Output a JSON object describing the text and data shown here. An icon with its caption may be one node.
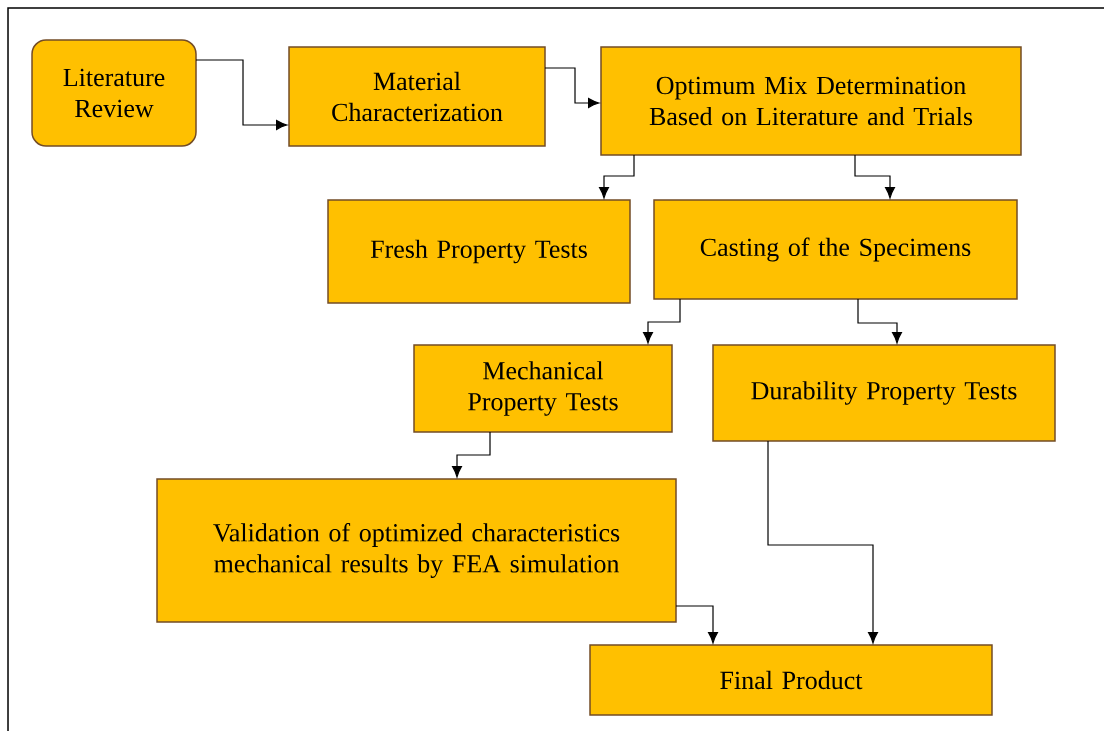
{
  "diagram": {
    "nodes": [
      {
        "text": [
          "Literature Review"
        ]
      },
      {
        "text": [
          "Material Characterization"
        ]
      },
      {
        "text": [
          "Optimum Mix Determination Based on Literature and Trials"
        ]
      },
      {
        "text": [
          "Fresh Property Tests"
        ]
      },
      {
        "text": [
          "Casting of the Specimens"
        ]
      },
      {
        "text": [
          "Mechanical Property Tests"
        ]
      },
      {
        "text": [
          "Durability Property Tests"
        ]
      },
      {
        "text": [
          "Validation of optimized characteristics mechanical results by FEA simulation"
        ]
      },
      {
        "text": [
          "Final Product"
        ]
      }
    ],
    "edges": [
      {
        "from": 0,
        "to": 1,
        "arrow": "to"
      },
      {
        "from": 1,
        "to": 2,
        "arrow": "to"
      },
      {
        "from": 2,
        "to": 3,
        "arrow": "to"
      },
      {
        "from": 2,
        "to": 4,
        "arrow": "to"
      },
      {
        "from": 4,
        "to": 5,
        "arrow": "to"
      },
      {
        "from": 4,
        "to": 6,
        "arrow": "to"
      },
      {
        "from": 5,
        "to": 7,
        "arrow": "to"
      },
      {
        "from": 7,
        "to": 8,
        "arrow": "to"
      },
      {
        "from": 6,
        "to": 8,
        "arrow": "to"
      }
    ]
  }
}
